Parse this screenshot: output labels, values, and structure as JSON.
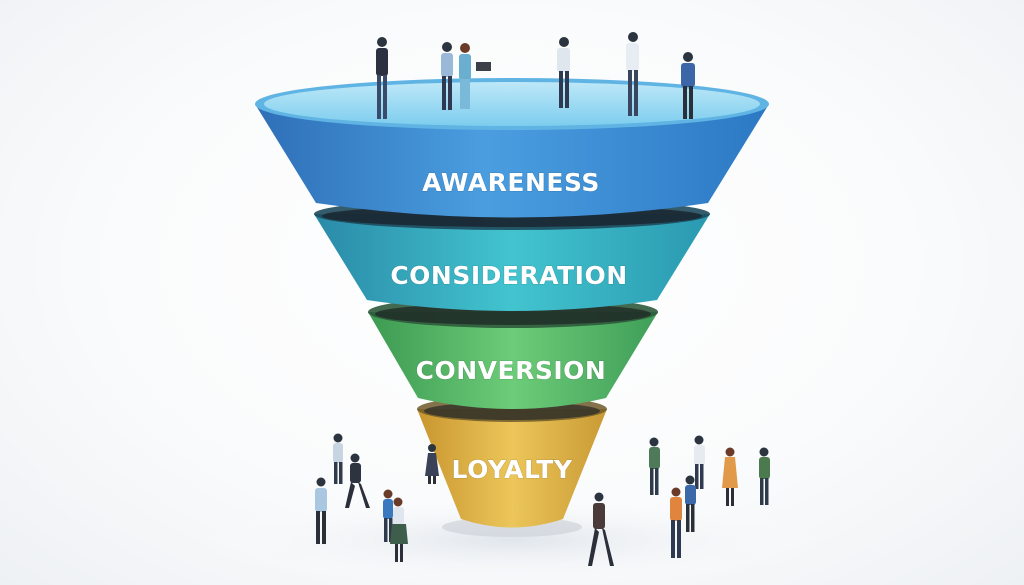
{
  "funnel": {
    "stages": [
      {
        "label": "AWARENESS",
        "color": "#3f8fd6"
      },
      {
        "label": "CONSIDERATION",
        "color": "#35b7c2"
      },
      {
        "label": "CONVERSION",
        "color": "#5bbf6a"
      },
      {
        "label": "LOYALTY",
        "color": "#e2b64a"
      }
    ]
  }
}
